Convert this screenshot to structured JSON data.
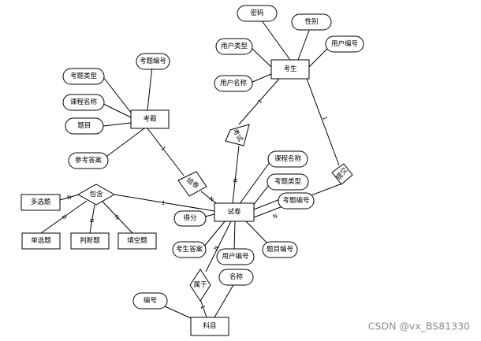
{
  "entities": {
    "kaosheng": "考生",
    "kaoti": "考题",
    "shijuan": "试卷",
    "kemu": "科目",
    "duoxuanti": "多选题",
    "danxuanti": "单选题",
    "panduanti": "判断题",
    "tiankongti": "填空题"
  },
  "relationships": {
    "kaoshi": "考试",
    "zujuan": "组卷",
    "tijiao": "提交",
    "baohan": "包含",
    "shuyu": "属于"
  },
  "attributes": {
    "mima": "密码",
    "xingbie": "性别",
    "yonghu_leixing_ks": "用户类型",
    "yonghu_bianhao_ks": "用户编号",
    "yonghu_mingcheng": "用户名称",
    "kaoti_bianhao_kt": "考题编号",
    "kaoti_leixing_kt": "考题类型",
    "kecheng_mingcheng_kt": "课程名称",
    "timu": "题目",
    "cankao_daan": "参考答案",
    "kecheng_mingcheng_sj": "课程名称",
    "kaoti_leixing_sj": "考题类型",
    "kaoti_bianhao_sj": "考题编号",
    "defen": "得分",
    "kaosheng_daan": "考生答案",
    "yonghu_bianhao_sj": "用户编号",
    "timu_bianhao": "题目编号",
    "mingcheng": "名称",
    "bianhao": "编号"
  },
  "cardinality": {
    "one": "1",
    "many": "N"
  },
  "watermark": "CSDN @vx_BS81330"
}
